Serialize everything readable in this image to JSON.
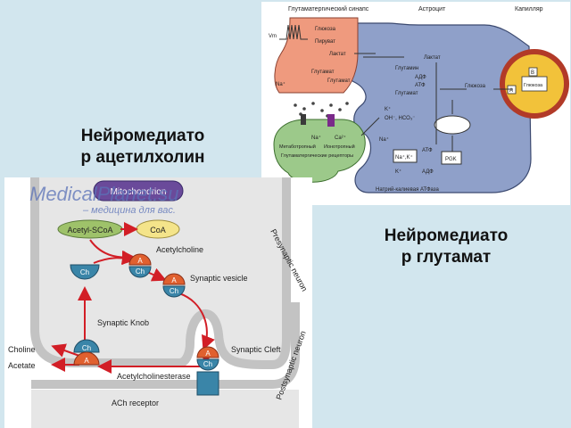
{
  "captions": {
    "acetylcholine": "Нейромедиатор ацетилхолин",
    "acetylcholine_line1": "Нейромедиато",
    "acetylcholine_line2": "р ацетилхолин",
    "glutamate_line1": "Нейромедиато",
    "glutamate_line2": "р глутамат"
  },
  "glutamate_diagram": {
    "headers": {
      "synapse": "Глутаматергический синапс",
      "astrocyte": "Астроцит",
      "capillary": "Капилляр"
    },
    "vm": "Vm",
    "presynaptic_labels": [
      "Глюкоза",
      "Пируват",
      "Лактат",
      "Глутамат",
      "Глутамат",
      "Na⁺"
    ],
    "astrocyte_labels": {
      "lactate": "Лактат",
      "glutamine": "Глутамин",
      "adp": "АДФ",
      "atp": "АТФ",
      "glutamate": "Глутамат",
      "glucose": "Глюкоза",
      "k": "K⁺",
      "oh_hco3": "OH⁻, HCO₃⁻",
      "na": "Na⁺",
      "na_k": "Na⁺,K⁺",
      "k2": "K⁺",
      "atp2": "АТФ",
      "adp2": "АДФ",
      "pgk": "PGK",
      "atpase": "Натрий-калиевая АТФаза"
    },
    "postsynaptic_labels": {
      "na": "Na⁺",
      "ca": "Ca²⁺",
      "metabotropic": "Метаботропный",
      "ionotropic": "Ионотропный",
      "receptors": "Глутаматергические рецепторы"
    },
    "capillary_labels": {
      "a": "A",
      "b": "B",
      "glucose": "Глюкоза"
    }
  },
  "ach_diagram": {
    "watermark_title": "MedicalPlanet.su",
    "watermark_subtitle": "– медицина для вас.",
    "mitochondrion": "Mitochondrion",
    "acetyl_scoa": "Acetyl-SCoA",
    "coa": "CoA",
    "acetylcholine": "Acetylcholine",
    "synaptic_vesicle": "Synaptic vesicle",
    "synaptic_knob": "Synaptic Knob",
    "presynaptic_neuron": "Presynaptic neuron",
    "synaptic_cleft": "Synaptic Cleft",
    "choline": "Choline",
    "acetate": "Acetate",
    "acetylcholinesterase": "Acetylcholinesterase",
    "ach_receptor": "ACh receptor",
    "postsynaptic_neuron": "Postsynaptic neuron",
    "a_label": "A",
    "ch_label": "Ch",
    "colors": {
      "ch": "#3a85a8",
      "a": "#e0602f",
      "arrow": "#d21e26",
      "membrane": "#c3c3c3"
    }
  }
}
